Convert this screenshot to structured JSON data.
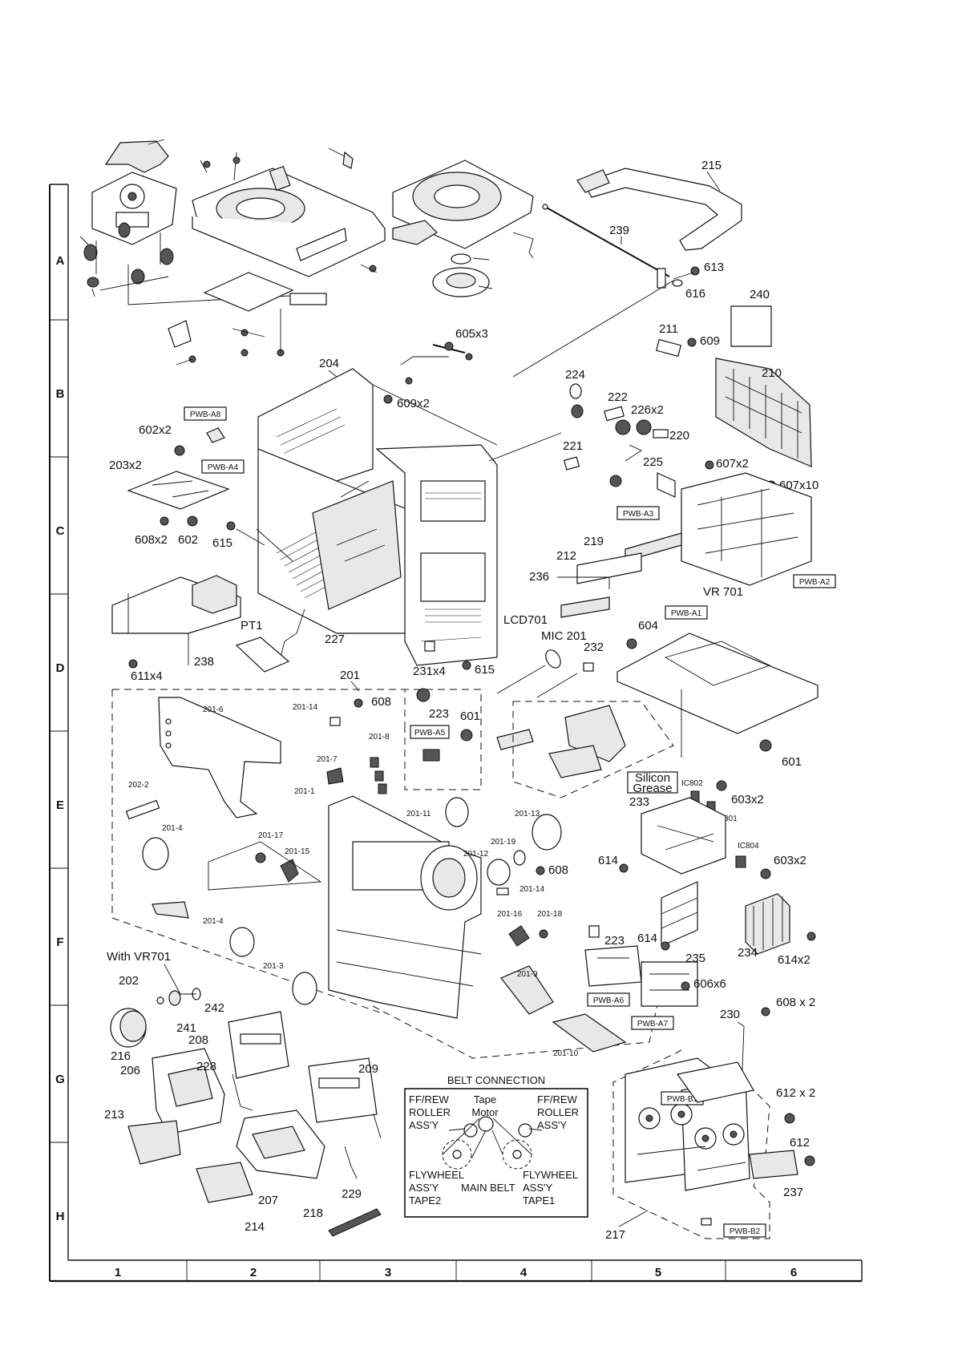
{
  "grid": {
    "rows": [
      "A",
      "B",
      "C",
      "D",
      "E",
      "F",
      "G",
      "H"
    ],
    "cols": [
      "1",
      "2",
      "3",
      "4",
      "5",
      "6"
    ]
  },
  "callouts": {
    "c215": "215",
    "c239": "239",
    "c613": "613",
    "c616": "616",
    "c240": "240",
    "c605x3": "605x3",
    "c211": "211",
    "c609": "609",
    "c204": "204",
    "c224": "224",
    "c210": "210",
    "c609x2": "609x2",
    "c222": "222",
    "c226x2": "226x2",
    "c220": "220",
    "c602x2": "602x2",
    "c221": "221",
    "c225": "225",
    "c607x2": "607x2",
    "c203x2": "203x2",
    "c607x10": "607x10",
    "c608x2": "608x2",
    "c602": "602",
    "c615a": "615",
    "c219": "219",
    "c212": "212",
    "c236": "236",
    "cVR701": "VR 701",
    "cPT1": "PT1",
    "cLCD701": "LCD701",
    "c227": "227",
    "c604": "604",
    "cMIC201": "MIC 201",
    "c232": "232",
    "c238": "238",
    "c611x4": "611x4",
    "c231x4": "231x4",
    "c615b": "615",
    "c201": "201",
    "c201_14a": "201-14",
    "c608a": "608",
    "c223a": "223",
    "c601a": "601",
    "c201_6": "201-6",
    "c201_8": "201-8",
    "c601b": "601",
    "c201_7": "201-7",
    "c202_2": "202-2",
    "c201_1": "201-1",
    "c233": "233",
    "c603x2a": "603x2",
    "c201_11": "201-11",
    "c201_13": "201-13",
    "cIC802": "IC802",
    "cIC801": "IC801",
    "c201_4a": "201-4",
    "c201_17": "201-17",
    "c201_19": "201-19",
    "cIC804": "IC804",
    "c201_15": "201-15",
    "c201_12": "201-12",
    "c608b": "608",
    "c614a": "614",
    "c603x2b": "603x2",
    "c201_14b": "201-14",
    "c201_16": "201-16",
    "c201_18": "201-18",
    "c201_4b": "201-4",
    "c223b": "223",
    "c614b": "614",
    "c234": "234",
    "c235": "235",
    "c614x2": "614x2",
    "cWithVR701": "With VR701",
    "c202": "202",
    "c201_3": "201-3",
    "c201_9": "201-9",
    "c606x6": "606x6",
    "c242": "242",
    "c241": "241",
    "c230": "230",
    "c608x2b": "608 x 2",
    "c208": "208",
    "c216": "216",
    "c201_10": "201-10",
    "c206": "206",
    "c228": "228",
    "c209": "209",
    "c612x2": "612 x 2",
    "c213": "213",
    "c612": "612",
    "c237": "237",
    "c229": "229",
    "c207": "207",
    "c214": "214",
    "c218": "218",
    "c217": "217"
  },
  "boxed_labels": {
    "pwb_a8": "PWB-A8",
    "pwb_a4": "PWB-A4",
    "pwb_a3": "PWB-A3",
    "pwb_a2": "PWB-A2",
    "pwb_a1": "PWB-A1",
    "pwb_a5": "PWB-A5",
    "pwb_a6": "PWB-A6",
    "pwb_a7": "PWB-A7",
    "pwb_b1": "PWB-B1",
    "pwb_b2": "PWB-B2",
    "silicon_1": "Silicon",
    "silicon_2": "Grease"
  },
  "belt_connection": {
    "title": "BELT CONNECTION",
    "ffrew_left": [
      "FF/REW",
      "ROLLER",
      "ASS'Y"
    ],
    "tape_motor": [
      "Tape",
      "Motor"
    ],
    "ffrew_right": [
      "FF/REW",
      "ROLLER",
      "ASS'Y"
    ],
    "flywheel_left": [
      "FLYWHEEL",
      "ASS'Y",
      "TAPE2"
    ],
    "main_belt": "MAIN BELT",
    "flywheel_right": [
      "FLYWHEEL",
      "ASS'Y",
      "TAPE1"
    ]
  }
}
